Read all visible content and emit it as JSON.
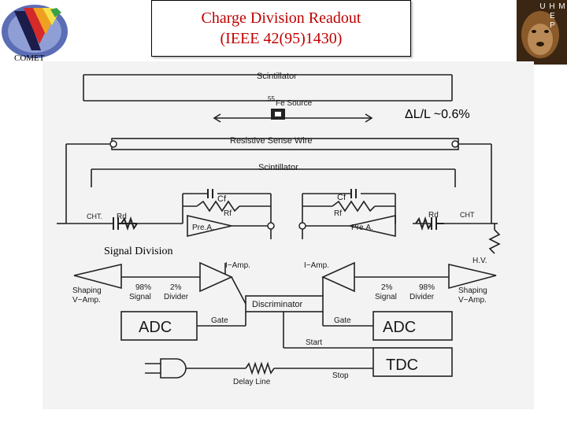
{
  "header": {
    "title_line1": "Charge Division Readout",
    "title_line2": "(IEEE 42(95)1430)",
    "left_logo_label": "COMET",
    "right_logo_letters": [
      "U H M",
      "E",
      "P"
    ]
  },
  "colors": {
    "title": "#c00000",
    "line": "#222222",
    "panel": "#f3f3f3",
    "highlight": "#d00000"
  },
  "diagram": {
    "scintillator_top": "Scintillator",
    "source_label": "Fe Source",
    "source_superscript": "55",
    "resolution_label": "ΔL/L ~0.6%",
    "wire_label": "Resistive Sense Wire",
    "scintillator_bottom": "Scintillator",
    "cf_left": "Cf",
    "cf_right": "Cf",
    "rf_left": "Rf",
    "rf_right": "Rf",
    "cht_left": "CHT.",
    "cht_right": "CHT",
    "rd_left": "Rd",
    "rd_right": "Rd",
    "preamp_left": "Pre.A.",
    "preamp_right": "Pre.A.",
    "signal_division": "Signal Division",
    "hv": "H.V.",
    "iamp_left": "I−Amp.",
    "iamp_right": "I−Amp.",
    "shaping_left_1": "Shaping",
    "shaping_left_2": "V−Amp.",
    "shaping_right_1": "Shaping",
    "shaping_right_2": "V−Amp.",
    "pct98_left": "98%",
    "pct2_left": "2%",
    "signal_left": "Signal",
    "divider_left": "Divider",
    "pct2_right": "2%",
    "pct98_right": "98%",
    "signal_right": "Signal",
    "divider_right": "Divider",
    "discriminator": "Discriminator",
    "adc_left": "ADC",
    "adc_right": "ADC",
    "gate_left": "Gate",
    "gate_right": "Gate",
    "start": "Start",
    "tdc": "TDC",
    "stop": "Stop",
    "delay_line": "Delay Line"
  }
}
